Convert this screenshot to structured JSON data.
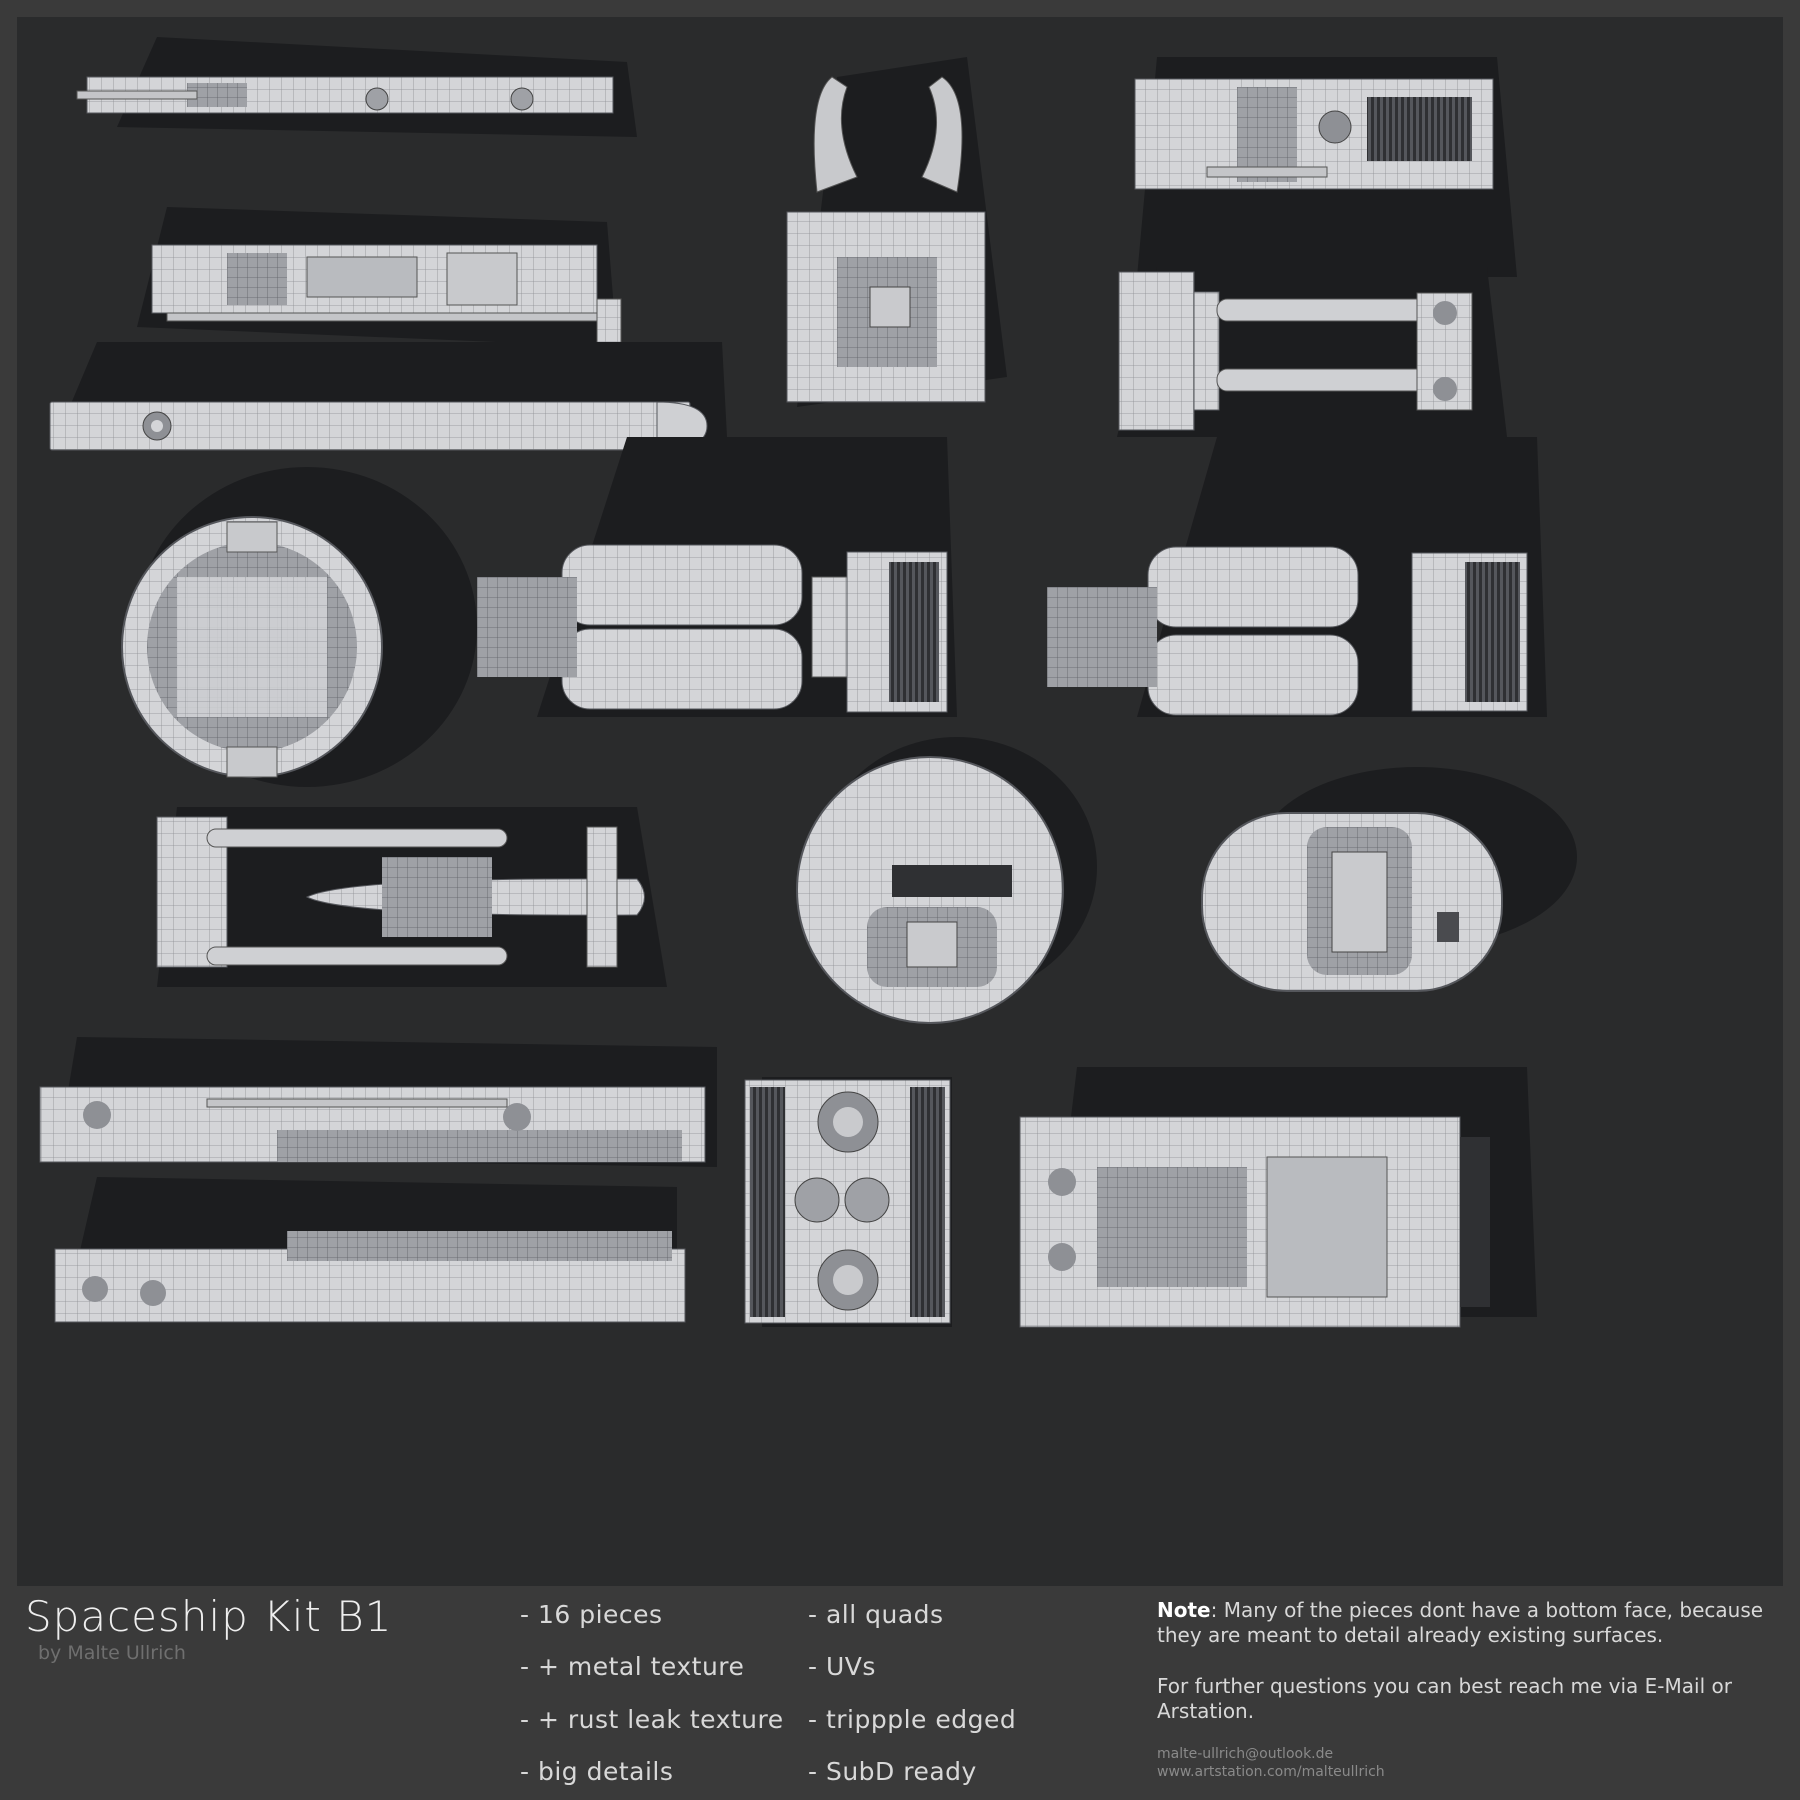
{
  "kit": {
    "title": "Spaceship Kit B1",
    "author": "by Malte Ullrich"
  },
  "features": {
    "col1": [
      "- 16 pieces",
      "- + metal texture",
      "- + rust leak texture",
      "- big details"
    ],
    "col2": [
      "- all quads",
      "- UVs",
      "- trippple edged",
      "- SubD ready"
    ]
  },
  "note": {
    "label": "Note",
    "text": ": Many of the pieces dont have a bottom face, because they are meant to detail already existing surfaces.",
    "contact_text": "For further questions you can best reach me via E-Mail or Arstation.",
    "email": "malte-ullrich@outlook.de",
    "website": "www.artstation.com/malteullrich"
  },
  "colors": {
    "page_background": "#3a3a3a",
    "render_background": "#2a2b2c",
    "model_surface": "#d4d5d8",
    "model_shadow": "#1c1d1f",
    "wireframe": "#8d8f94"
  }
}
